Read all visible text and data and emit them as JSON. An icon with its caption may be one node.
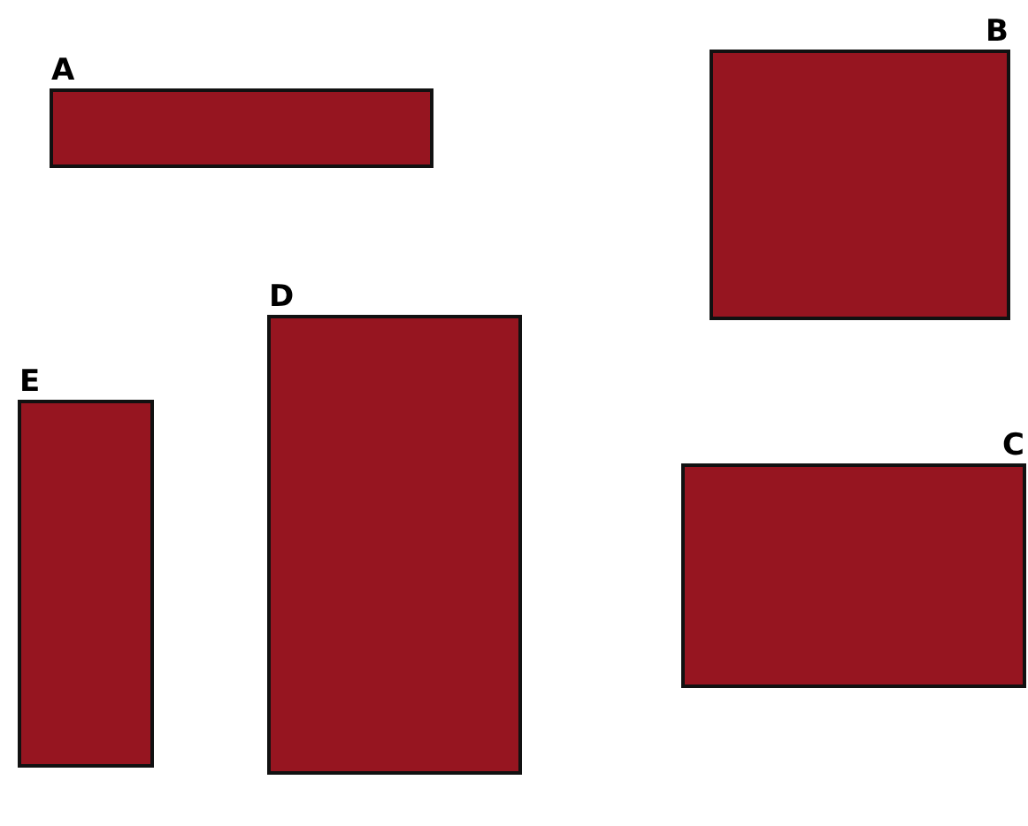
{
  "diagram": {
    "nodes": [
      {
        "text": [
          "A"
        ]
      },
      {
        "text": [
          "B"
        ]
      },
      {
        "text": [
          "D"
        ]
      },
      {
        "text": [
          "E"
        ]
      },
      {
        "text": [
          "C"
        ]
      }
    ]
  }
}
